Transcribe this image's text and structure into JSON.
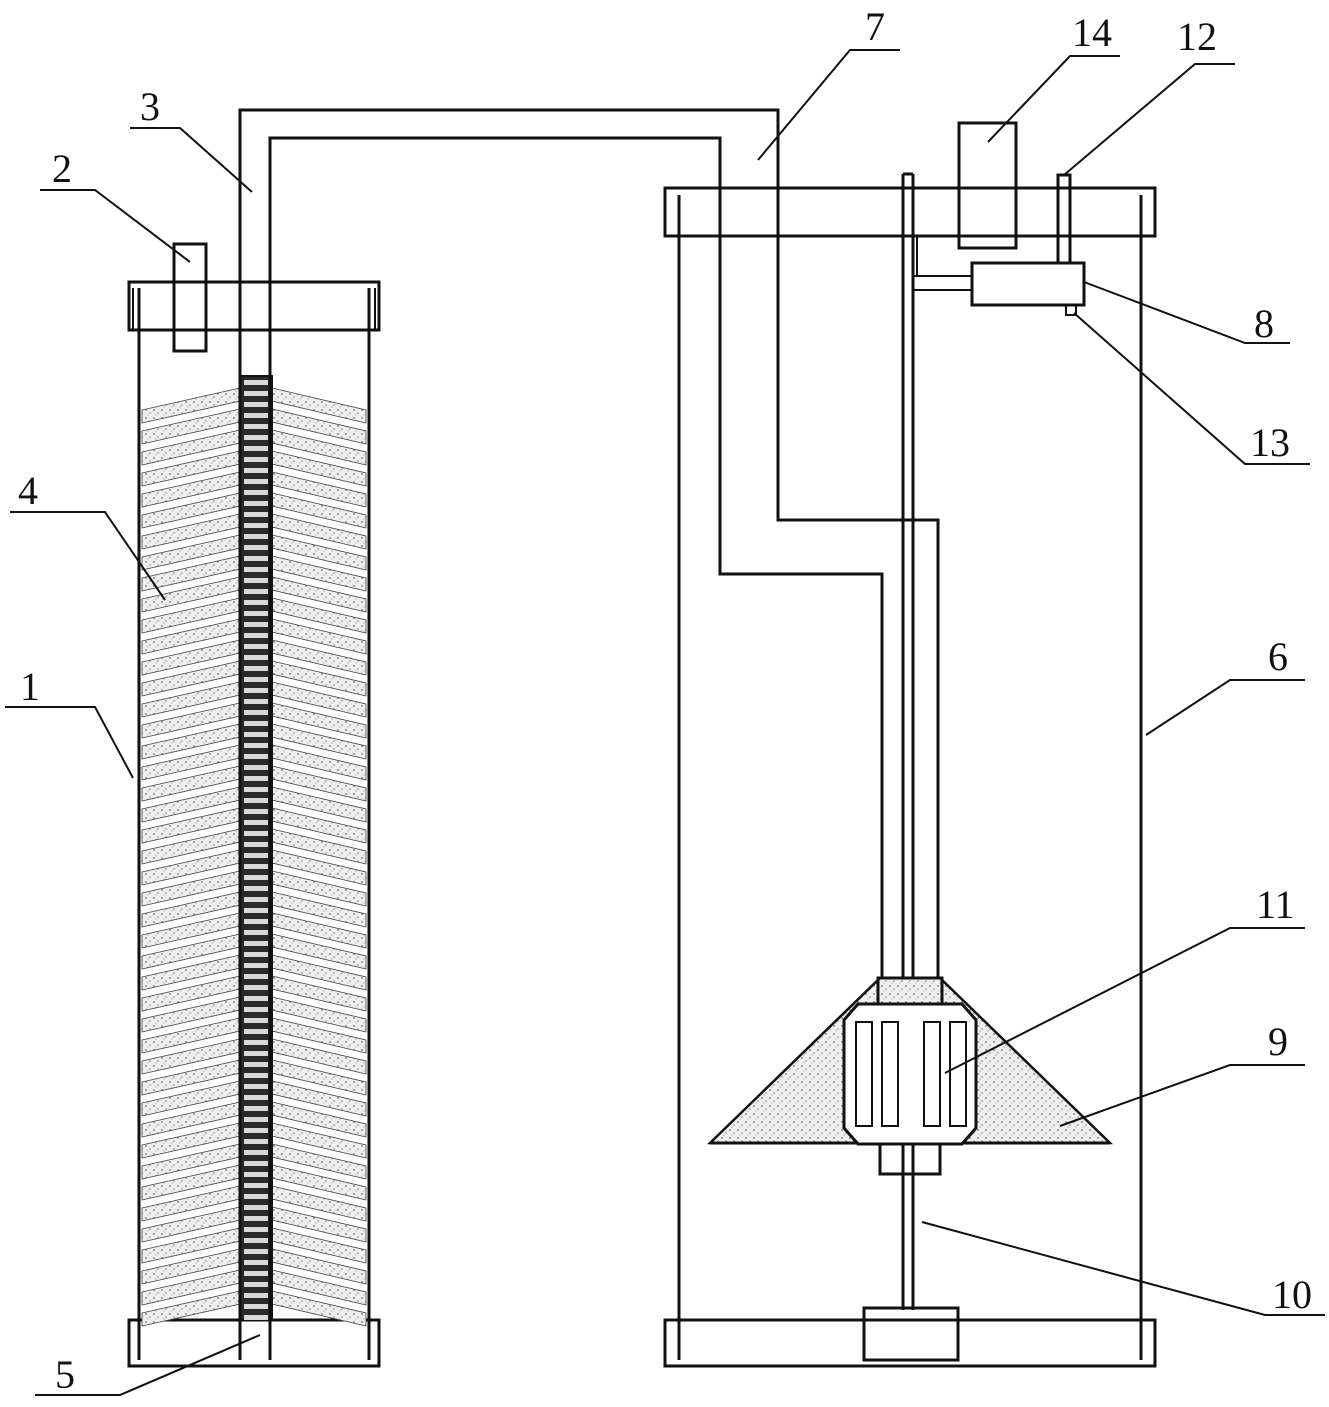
{
  "labels": [
    {
      "id": "1",
      "text": "1"
    },
    {
      "id": "2",
      "text": "2"
    },
    {
      "id": "3",
      "text": "3"
    },
    {
      "id": "4",
      "text": "4"
    },
    {
      "id": "5",
      "text": "5"
    },
    {
      "id": "6",
      "text": "6"
    },
    {
      "id": "7",
      "text": "7"
    },
    {
      "id": "8",
      "text": "8"
    },
    {
      "id": "9",
      "text": "9"
    },
    {
      "id": "10",
      "text": "10"
    },
    {
      "id": "11",
      "text": "11"
    },
    {
      "id": "12",
      "text": "12"
    },
    {
      "id": "13",
      "text": "13"
    },
    {
      "id": "14",
      "text": "14"
    }
  ]
}
